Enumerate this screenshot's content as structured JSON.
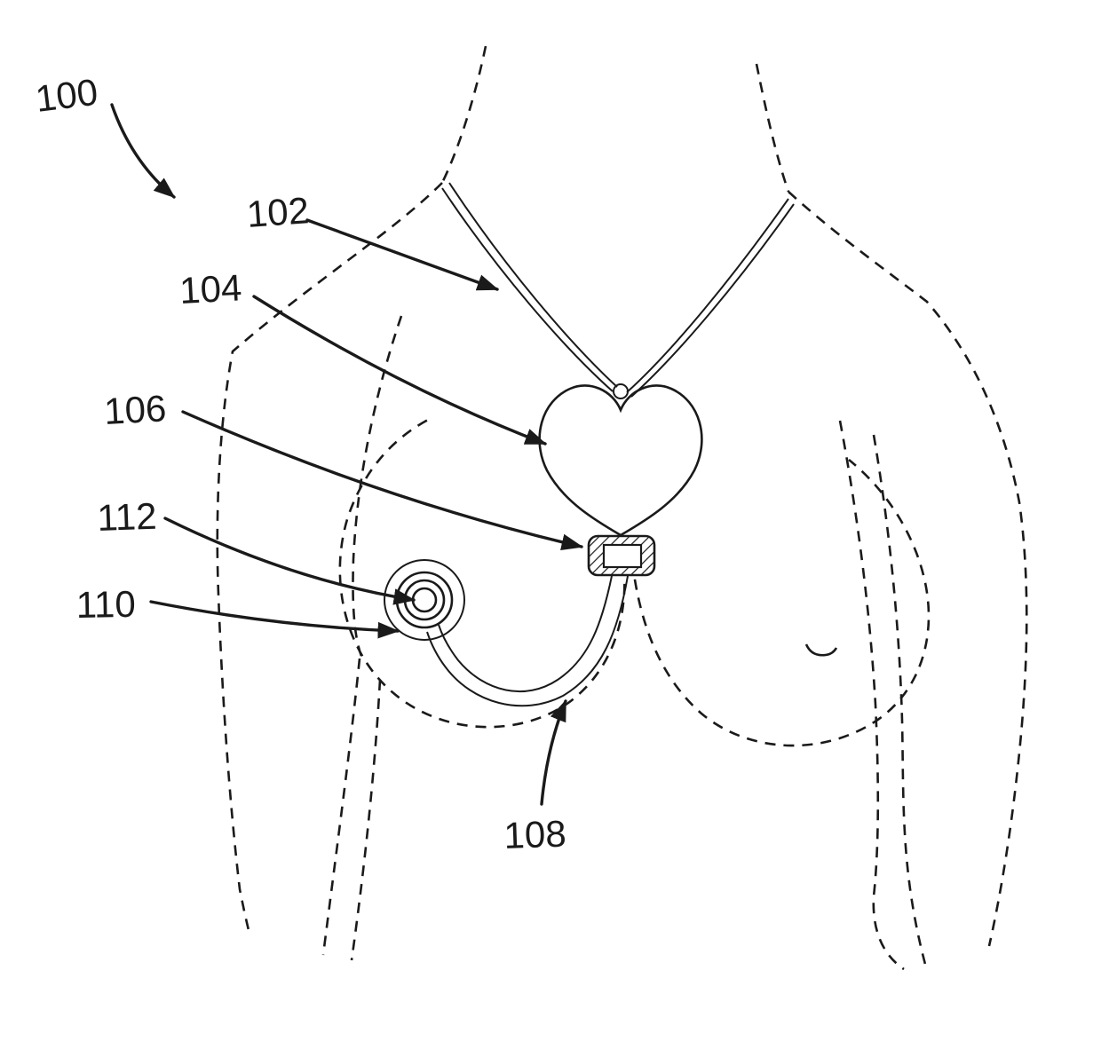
{
  "figure": {
    "labels": {
      "l100": "100",
      "l102": "102",
      "l104": "104",
      "l106": "106",
      "l108": "108",
      "l110": "110",
      "l112": "112"
    },
    "colors": {
      "ink": "#1a1a1a",
      "background": "#ffffff"
    }
  }
}
